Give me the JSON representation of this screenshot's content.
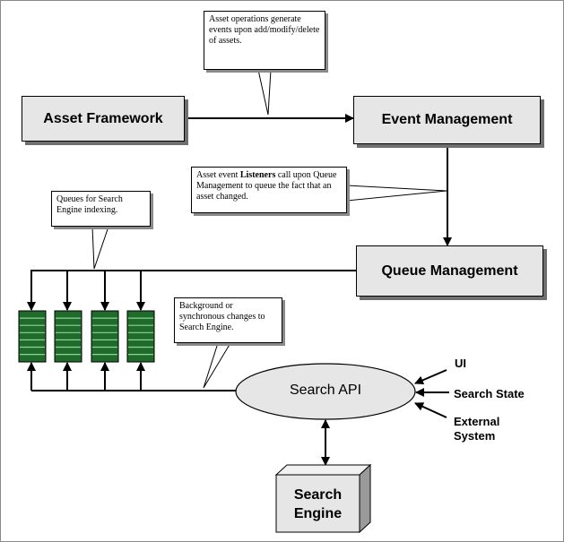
{
  "nodes": {
    "asset_framework": "Asset Framework",
    "event_management": "Event Management",
    "queue_management": "Queue Management",
    "search_api": "Search API",
    "search_engine_line1": "Search",
    "search_engine_line2": "Engine"
  },
  "callouts": {
    "asset_ops": "Asset operations generate events upon add/modify/delete of assets.",
    "listeners_pre": "Asset event ",
    "listeners_bold": "Listeners",
    "listeners_post": " call upon Queue Management to queue the fact that an asset changed.",
    "queues": "Queues for Search Engine indexing.",
    "background": "Background or synchronous changes to Search Engine."
  },
  "inputs": {
    "ui": "UI",
    "search_state": "Search State",
    "external_line1": "External",
    "external_line2": "System"
  },
  "colors": {
    "box_fill": "#e6e6e6",
    "shadow": "#6f6f6f",
    "queue_fill": "#1f6b2c",
    "queue_stripe": "#8fd19a"
  },
  "queue_count": 4
}
